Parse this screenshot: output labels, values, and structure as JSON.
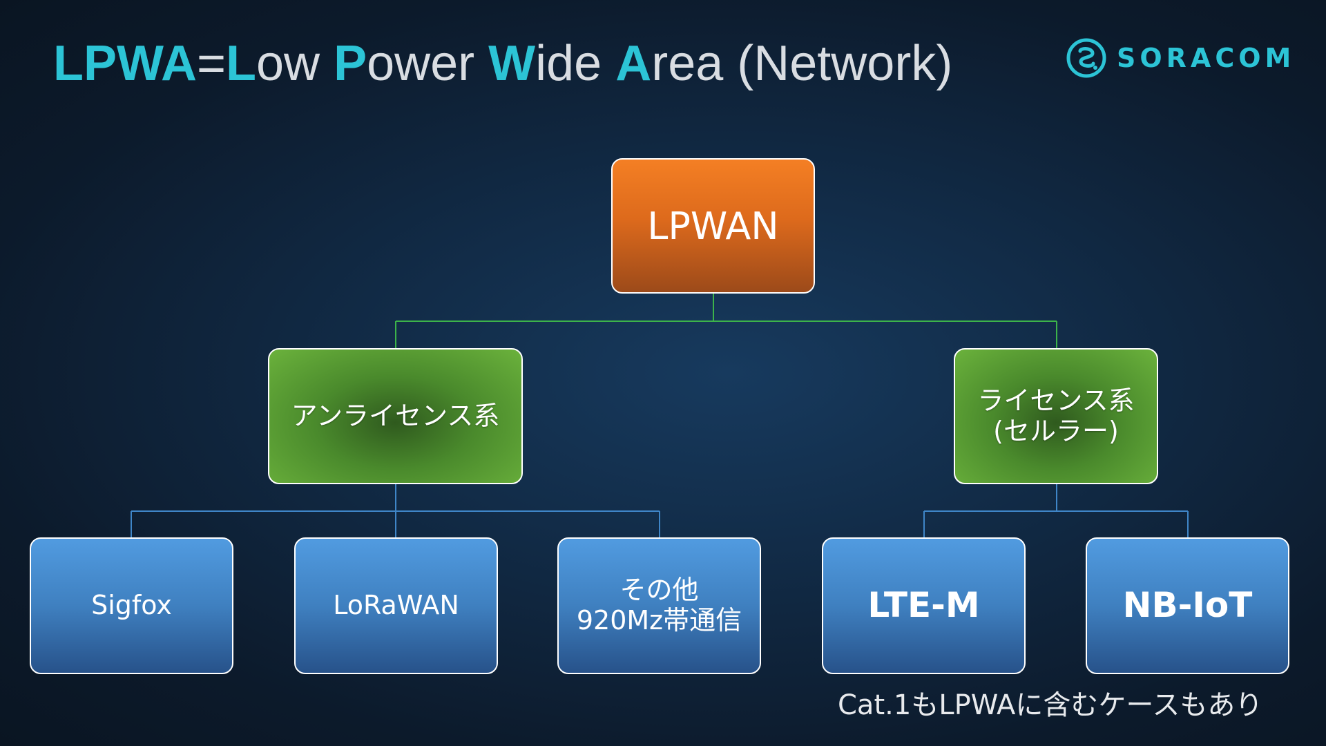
{
  "title": {
    "p1_acc": "LPWA",
    "p2": "=",
    "p3_acc": "L",
    "p4": "ow ",
    "p5_acc": "P",
    "p6": "ower ",
    "p7_acc": "W",
    "p8": "ide ",
    "p9_acc": "A",
    "p10": "rea (Network)"
  },
  "logo": {
    "text": "SORACOM",
    "icon": "soracom-logo-icon"
  },
  "colors": {
    "accent": "#2cc4d6",
    "root_box": "#e26d1e",
    "mid_box": "#5a9e34",
    "leaf_box": "#3f80c0",
    "root_connector": "#3cb34a",
    "leaf_connector": "#3f86c8"
  },
  "diagram": {
    "root": {
      "label": "LPWAN"
    },
    "unlicensed": {
      "line1": "アンライセンス系"
    },
    "licensed": {
      "line1": "ライセンス系",
      "line2": "(セルラー)"
    },
    "leaves": {
      "sigfox": {
        "label": "Sigfox"
      },
      "lorawan": {
        "label": "LoRaWAN"
      },
      "other": {
        "line1": "その他",
        "line2": "920Mz帯通信"
      },
      "ltem": {
        "label": "LTE-M"
      },
      "nbiot": {
        "label": "NB-IoT"
      }
    }
  },
  "note": "Cat.1もLPWAに含むケースもあり"
}
